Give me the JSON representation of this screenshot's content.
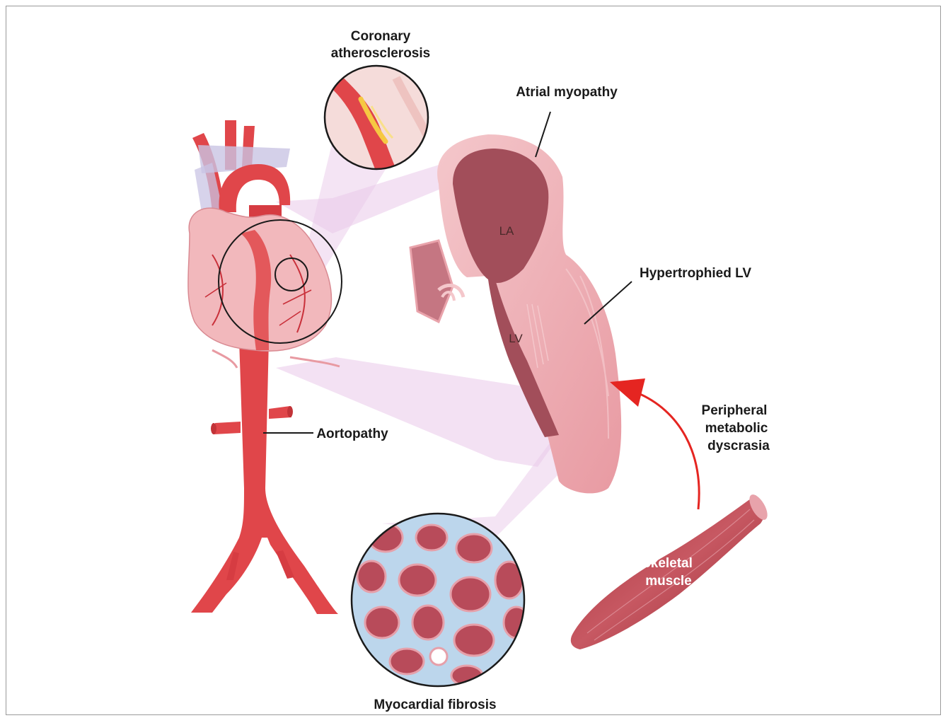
{
  "labels": {
    "coronary_line1": "Coronary",
    "coronary_line2": "atherosclerosis",
    "atrial_myopathy": "Atrial myopathy",
    "la": "LA",
    "lv": "LV",
    "hypertrophied_lv": "Hypertrophied LV",
    "peripheral_line1": "Peripheral",
    "peripheral_line2": "metabolic",
    "peripheral_line3": "dyscrasia",
    "aortopathy": "Aortopathy",
    "skeletal_line1": "Skeletal",
    "skeletal_line2": "muscle",
    "myocardial_fibrosis": "Myocardial fibrosis"
  },
  "colors": {
    "artery_red": "#e0464a",
    "heart_pink": "#f2b8bc",
    "magnify_pink": "#e9c9e9",
    "muscle": "#b8474f",
    "fibrosis_bg": "#bcd6ec",
    "arrow_red": "#e52521"
  }
}
